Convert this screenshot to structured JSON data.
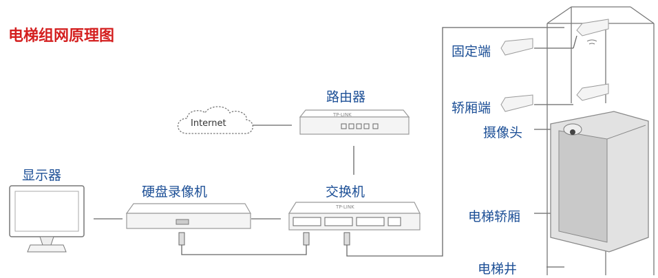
{
  "title": "电梯组网原理图",
  "labels": {
    "router": "路由器",
    "internet": "Internet",
    "monitor": "显示器",
    "nvr": "硬盘录像机",
    "switch": "交换机",
    "fixed_end": "固定端",
    "car_end": "轿厢端",
    "camera": "摄像头",
    "elevator_car": "电梯轿厢",
    "elevator_shaft": "电梯井"
  },
  "brand": "TP-LINK",
  "colors": {
    "title": "#d42020",
    "label": "#1c4f96",
    "line": "#555555",
    "device_fill": "#f4f4f4",
    "device_stroke": "#9a9a9a",
    "car_fill": "#d9d9d9"
  }
}
